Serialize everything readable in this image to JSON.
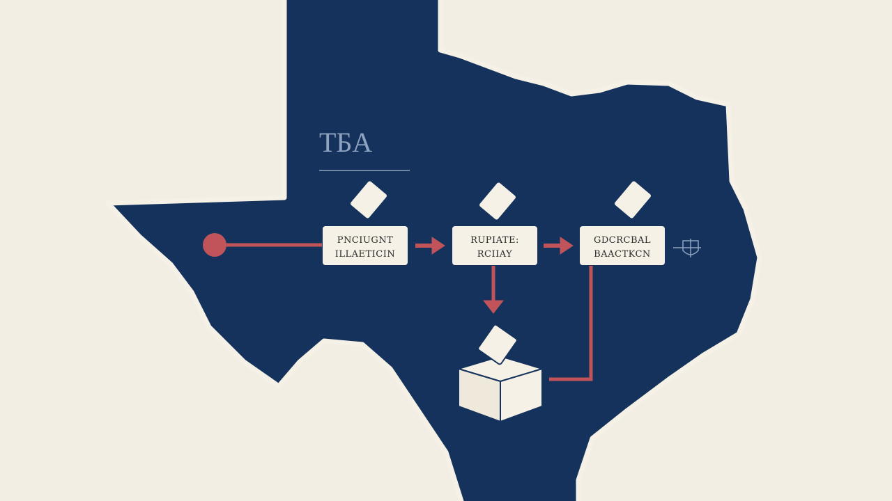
{
  "title": "TБA",
  "colors": {
    "background": "#f2eee4",
    "state_fill": "#15325c",
    "outline": "#f5f1e6",
    "arrow": "#c0545a",
    "card": "#f5f1e6"
  },
  "steps": [
    {
      "line1": "PNCIUGNT",
      "line2": "ILLAETICIN"
    },
    {
      "line1": "RUPIATE:",
      "line2": "RCIIAY"
    },
    {
      "line1": "GDCRCBAL",
      "line2": "BAACTKCN"
    }
  ],
  "icons": [
    "ballot-card-icon",
    "ballot-box-icon",
    "shield-icon"
  ]
}
